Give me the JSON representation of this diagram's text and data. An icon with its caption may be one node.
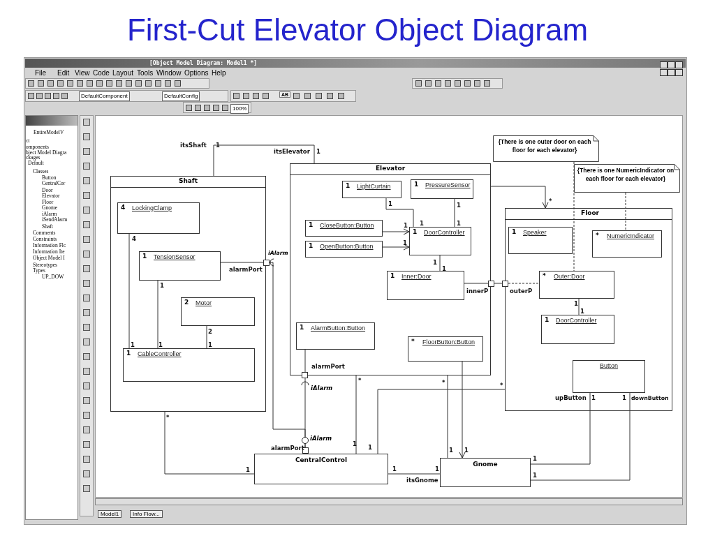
{
  "diagram": {
    "title": "First-Cut Elevator Object Diagram",
    "nodes": [
      {
        "text": [
          "Shaft"
        ]
      },
      {
        "text": [
          "4",
          "LockingClamp"
        ],
        "in": 0
      },
      {
        "text": [
          "1",
          "TensionSensor"
        ],
        "in": 0
      },
      {
        "text": [
          "2",
          "Motor"
        ],
        "in": 0
      },
      {
        "text": [
          "1",
          "CableController"
        ],
        "in": 0
      },
      {
        "text": [],
        "shape": "box",
        "beside": [
          "alarmPort"
        ]
      },
      {
        "text": [
          "Elevator"
        ]
      },
      {
        "text": [
          "1",
          "LightCurtain"
        ],
        "in": 6
      },
      {
        "text": [
          "1",
          "PressureSensor"
        ],
        "in": 6
      },
      {
        "text": [
          "1",
          "CloseButton:Button"
        ],
        "in": 6
      },
      {
        "text": [
          "1",
          "OpenButton:Button"
        ],
        "in": 6
      },
      {
        "text": [
          "1",
          "DoorController"
        ],
        "in": 6
      },
      {
        "text": [
          "1",
          "Inner:Door"
        ],
        "in": 6
      },
      {
        "text": [
          "1",
          "AlarmButton:Button"
        ],
        "in": 6
      },
      {
        "text": [
          "*",
          "FloorButton:Button"
        ],
        "in": 6
      },
      {
        "text": [],
        "shape": "box",
        "beside": [
          "innerP"
        ]
      },
      {
        "text": [],
        "shape": "box",
        "beside": [
          "alarmPort"
        ]
      },
      {
        "text": [
          "Floor"
        ]
      },
      {
        "text": [
          "1",
          "Speaker"
        ],
        "in": 17
      },
      {
        "text": [
          "*",
          "NumericIndicator"
        ],
        "in": 17
      },
      {
        "text": [
          "*",
          "Outer:Door"
        ],
        "in": 17
      },
      {
        "text": [
          "1",
          "DoorController"
        ],
        "in": 17
      },
      {
        "text": [
          "Button"
        ],
        "in": 17
      },
      {
        "text": [],
        "shape": "box",
        "beside": [
          "outerP"
        ]
      },
      {
        "text": [
          "{There is one outer door on each floor for each elevator}"
        ]
      },
      {
        "text": [
          "{There is one NumericIndicator on each floor for each elevator}"
        ]
      },
      {
        "text": [
          "CentralControl"
        ]
      },
      {
        "text": [],
        "shape": "box",
        "beside": [
          "alarmPort"
        ]
      },
      {
        "text": [
          "Gnome"
        ]
      }
    ],
    "edges": [
      {
        "from": 0,
        "to": 6,
        "arrow": "none"
      },
      {
        "from": 1,
        "to": 4,
        "arrow": "none"
      },
      {
        "from": 2,
        "to": 4,
        "arrow": "none"
      },
      {
        "from": 3,
        "to": 4,
        "arrow": "none"
      },
      {
        "from": 2,
        "to": 5,
        "arrow": "none"
      },
      {
        "from": 5,
        "to": 27,
        "arrow": "none"
      },
      {
        "from": 7,
        "to": 11,
        "arrow": "none"
      },
      {
        "from": 8,
        "to": 11,
        "arrow": "none"
      },
      {
        "from": 9,
        "to": 11,
        "arrow": "to"
      },
      {
        "from": 10,
        "to": 11,
        "arrow": "to"
      },
      {
        "from": 11,
        "to": 12,
        "arrow": "none"
      },
      {
        "from": 12,
        "to": 15,
        "arrow": "none"
      },
      {
        "from": 15,
        "to": 23,
        "arrow": "none"
      },
      {
        "from": 23,
        "to": 20,
        "arrow": "none",
        "style": "dashed"
      },
      {
        "from": 6,
        "to": 17,
        "arrow": "to"
      },
      {
        "from": 24,
        "to": 20,
        "arrow": "none",
        "style": "dashed"
      },
      {
        "from": 25,
        "to": 19,
        "arrow": "none",
        "style": "dashed"
      },
      {
        "from": 20,
        "to": 21,
        "arrow": "none"
      },
      {
        "from": 13,
        "to": 16,
        "arrow": "none"
      },
      {
        "from": 16,
        "to": 27,
        "arrow": "none"
      },
      {
        "from": 6,
        "to": 26,
        "arrow": "none"
      },
      {
        "from": 17,
        "to": 26,
        "arrow": "none"
      },
      {
        "from": 0,
        "to": 26,
        "arrow": "none"
      },
      {
        "from": 14,
        "to": 28,
        "arrow": "to"
      },
      {
        "from": 6,
        "to": 28,
        "arrow": "none"
      },
      {
        "from": 26,
        "to": 28,
        "arrow": "none"
      },
      {
        "from": 22,
        "to": 28,
        "arrow": "none"
      },
      {
        "from": 22,
        "to": 28,
        "arrow": "none"
      }
    ],
    "labels": [
      "[Object Model Diagram: Model1 *]",
      "File",
      "Edit",
      "View",
      "Code",
      "Layout",
      "Tools",
      "Window",
      "Options",
      "Help",
      "DefaultComponent",
      "DefaultConfig",
      "AB",
      "100%",
      "EntireModelV",
      "ct",
      "omponents",
      "bject Model Diagra",
      "ckages",
      "Default",
      "Classes",
      "Button",
      "CentralCor",
      "Door",
      "Elevator",
      "Floor",
      "Gnome",
      "iAlarm",
      "iSendAlarm",
      "Shaft",
      "Comments",
      "Constraints",
      "Information Flc",
      "Information Ite",
      "Object Model I",
      "Stereotypes",
      "Types",
      "UP_DOW",
      "itsShaft",
      "1",
      "itsElevator",
      "1",
      "4",
      "1",
      "2",
      "1",
      "1",
      "1",
      "iAlarm",
      "1",
      "1",
      "1",
      "1",
      "1",
      "1",
      "1",
      "1",
      "*",
      "1",
      "1",
      "iAlarm",
      "*",
      "*",
      "*",
      "upButton",
      "1",
      "1",
      "downButton",
      "*",
      "iAlarm",
      "1",
      "1",
      "1",
      "1",
      "1",
      "itsGnome",
      "1",
      "1",
      "1",
      "1",
      "Model1",
      "Info Flow..."
    ]
  }
}
